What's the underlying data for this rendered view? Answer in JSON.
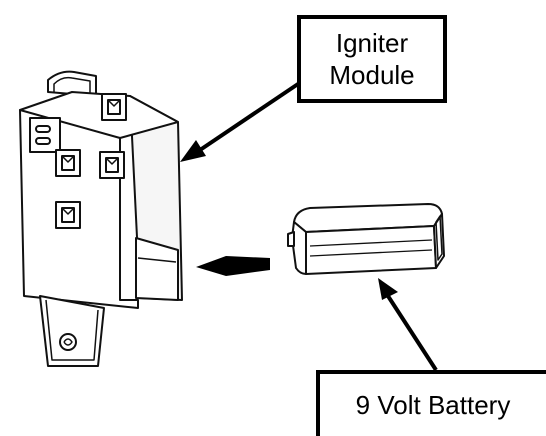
{
  "labels": {
    "igniter_module": {
      "line1": "Igniter",
      "line2": "Module"
    },
    "battery": "9 Volt Battery"
  }
}
